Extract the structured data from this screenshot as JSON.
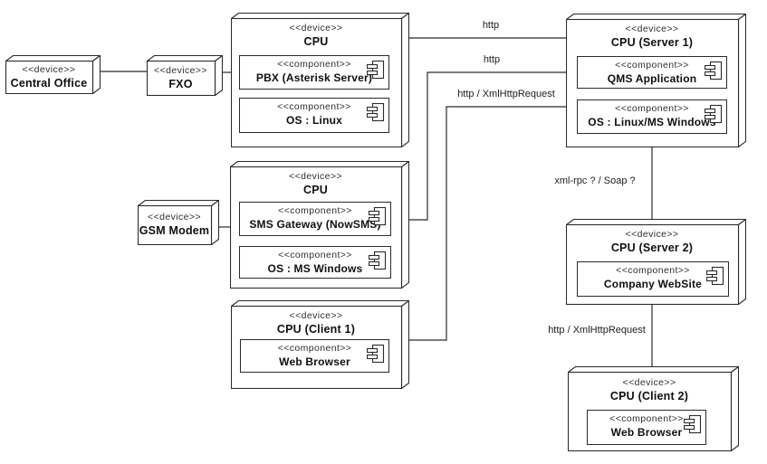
{
  "diagram_type": "UML deployment diagram",
  "colors": {
    "line": "#2b2b2b",
    "background": "#ffffff",
    "text": "#111111"
  },
  "nodes": {
    "central_office": {
      "stereotype": "<<device>>",
      "name": "Central Office"
    },
    "fxo": {
      "stereotype": "<<device>>",
      "name": "FXO"
    },
    "gsm_modem": {
      "stereotype": "<<device>>",
      "name": "GSM Modem"
    },
    "cpu_pbx": {
      "stereotype": "<<device>>",
      "name": "CPU",
      "components": [
        {
          "stereotype": "<<component>>",
          "name": "PBX (Asterisk Server)"
        },
        {
          "stereotype": "<<component>>",
          "name": "OS : Linux"
        }
      ]
    },
    "cpu_sms": {
      "stereotype": "<<device>>",
      "name": "CPU",
      "components": [
        {
          "stereotype": "<<component>>",
          "name": "SMS Gateway (NowSMS)"
        },
        {
          "stereotype": "<<component>>",
          "name": "OS : MS Windows"
        }
      ]
    },
    "cpu_server1": {
      "stereotype": "<<device>>",
      "name": "CPU (Server 1)",
      "components": [
        {
          "stereotype": "<<component>>",
          "name": "QMS Application"
        },
        {
          "stereotype": "<<component>>",
          "name": "OS : Linux/MS Windows"
        }
      ]
    },
    "cpu_client1": {
      "stereotype": "<<device>>",
      "name": "CPU (Client 1)",
      "components": [
        {
          "stereotype": "<<component>>",
          "name": "Web Browser"
        }
      ]
    },
    "cpu_server2": {
      "stereotype": "<<device>>",
      "name": "CPU (Server 2)",
      "components": [
        {
          "stereotype": "<<component>>",
          "name": "Company WebSite"
        }
      ]
    },
    "cpu_client2": {
      "stereotype": "<<device>>",
      "name": "CPU (Client 2)",
      "components": [
        {
          "stereotype": "<<component>>",
          "name": "Web Browser"
        }
      ]
    }
  },
  "edge_labels": {
    "http_top": "http",
    "http_mid": "http",
    "http_xml_client1": "http / XmlHttpRequest",
    "xmlrpc_soap": "xml-rpc ? / Soap ?",
    "http_xml_client2": "http / XmlHttpRequest"
  }
}
